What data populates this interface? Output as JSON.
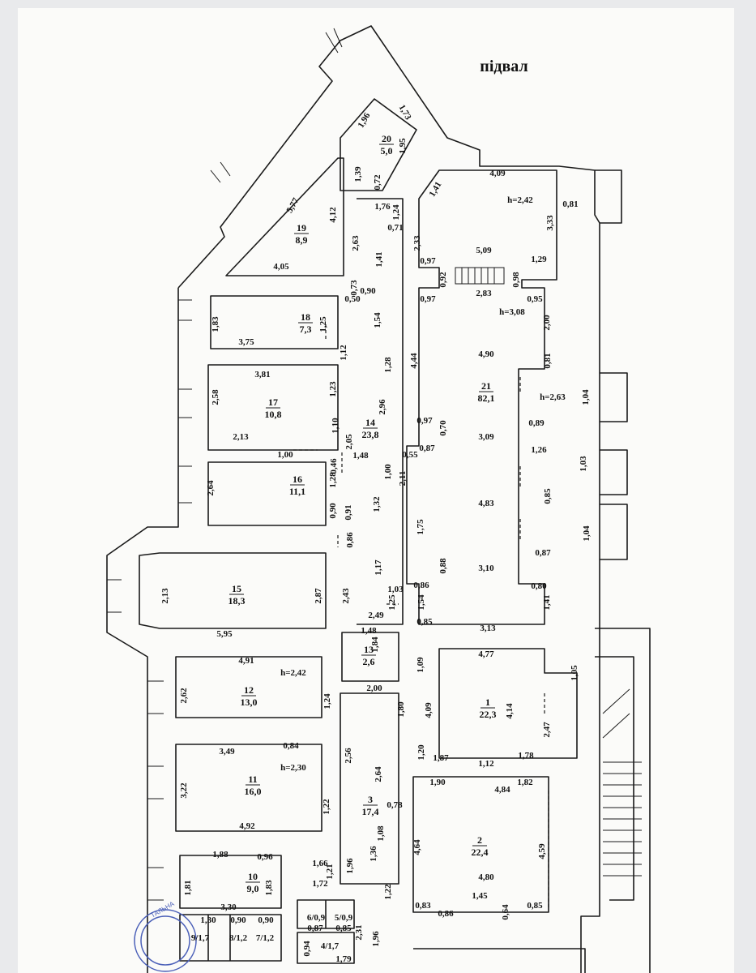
{
  "plan": {
    "title": "підвал",
    "heights": [
      "h=2,42",
      "h=3,08",
      "h=2,63",
      "h=2,42",
      "h=2,30"
    ],
    "rooms": [
      {
        "no": "1",
        "area": "22,3"
      },
      {
        "no": "2",
        "area": "22,4"
      },
      {
        "no": "3",
        "area": "17,4"
      },
      {
        "no": "4/1,7",
        "area": ""
      },
      {
        "no": "5/0,9",
        "area": ""
      },
      {
        "no": "6/0,9",
        "area": ""
      },
      {
        "no": "7/1,2",
        "area": ""
      },
      {
        "no": "8/1,2",
        "area": ""
      },
      {
        "no": "9/1,7",
        "area": ""
      },
      {
        "no": "10",
        "area": "9,0"
      },
      {
        "no": "11",
        "area": "16,0"
      },
      {
        "no": "12",
        "area": "13,0"
      },
      {
        "no": "13",
        "area": "2,6"
      },
      {
        "no": "14",
        "area": "23,8"
      },
      {
        "no": "15",
        "area": "18,3"
      },
      {
        "no": "16",
        "area": "11,1"
      },
      {
        "no": "17",
        "area": "10,8"
      },
      {
        "no": "18",
        "area": "7,3"
      },
      {
        "no": "19",
        "area": "8,9"
      },
      {
        "no": "20",
        "area": "5,0"
      },
      {
        "no": "21",
        "area": "82,1"
      }
    ],
    "dimensions": [
      "1,96",
      "1,73",
      "1,95",
      "1,39",
      "0,72",
      "1,76",
      "5,77",
      "4,12",
      "2,63",
      "4,05",
      "0,73",
      "0,90",
      "0,50",
      "4,09",
      "1,41",
      "1,24",
      "0,71",
      "2,33",
      "0,81",
      "3,33",
      "5,09",
      "0,97",
      "0,92",
      "2,83",
      "0,98",
      "1,29",
      "0,97",
      "0,95",
      "1,41",
      "1,83",
      "1,25",
      "3,75",
      "1,54",
      "1,12",
      "1,28",
      "2,00",
      "4,44",
      "4,90",
      "0,81",
      "1,04",
      "3,81",
      "2,58",
      "1,23",
      "2,96",
      "0,97",
      "0,70",
      "3,09",
      "0,89",
      "1,10",
      "2,05",
      "2,13",
      "1,00",
      "1,48",
      "0,46",
      "0,87",
      "0,55",
      "2,11",
      "1,00",
      "1,26",
      "1,03",
      "2,64",
      "1,28",
      "0,91",
      "1,32",
      "0,85",
      "1,75",
      "4,83",
      "0,90",
      "1,04",
      "0,86",
      "0,87",
      "1,17",
      "0,88",
      "3,10",
      "2,13",
      "2,87",
      "2,43",
      "0,86",
      "0,80",
      "1,41",
      "1,03",
      "1,25",
      "1,54",
      "5,95",
      "2,49",
      "0,85",
      "1,48",
      "3,13",
      "4,77",
      "1,84",
      "1,09",
      "1,05",
      "4,91",
      "2,62",
      "2,00",
      "1,24",
      "1,80",
      "4,09",
      "4,14",
      "2,47",
      "0,84",
      "3,49",
      "2,56",
      "1,20",
      "1,87",
      "1,12",
      "1,78",
      "2,64",
      "1,90",
      "4,84",
      "1,82",
      "3,22",
      "1,22",
      "0,78",
      "1,08",
      "4,92",
      "4,64",
      "4,59",
      "1,36",
      "1,88",
      "0,96",
      "1,66",
      "1,21",
      "1,96",
      "1,81",
      "1,72",
      "1,83",
      "1,22",
      "4,80",
      "1,45",
      "3,30",
      "0,83",
      "0,86",
      "0,64",
      "0,85",
      "1,30",
      "0,90",
      "0,90",
      "0,87",
      "0,85",
      "2,31",
      "0,94",
      "1,79",
      "1,96"
    ]
  }
}
